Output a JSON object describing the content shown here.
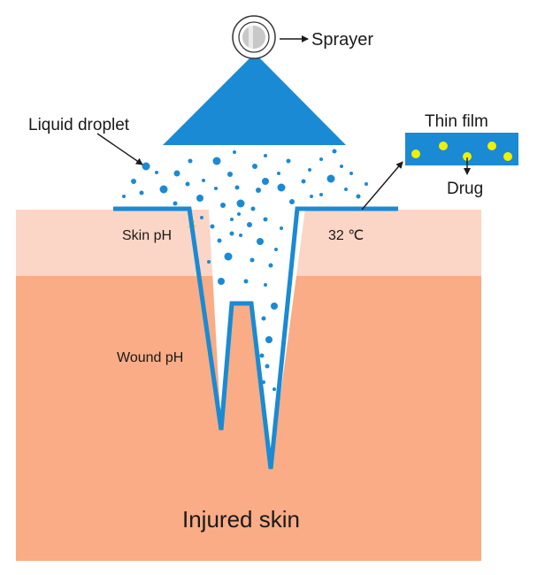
{
  "labels": {
    "sprayer": "Sprayer",
    "liquid_droplet": "Liquid droplet",
    "thin_film": "Thin film",
    "drug": "Drug",
    "skin_ph": "Skin pH",
    "temperature": "32 ℃",
    "wound_ph": "Wound pH",
    "injured_skin": "Injured skin"
  },
  "colors": {
    "spray_blue": "#1a8ad4",
    "film_blue": "#1a8ad4",
    "drug_yellow": "#f0f000",
    "upper_skin": "#fbd6c6",
    "lower_skin": "#f9ac85",
    "wound_fill": "#ffffff",
    "wound_edge_dots": "#e8d020"
  }
}
